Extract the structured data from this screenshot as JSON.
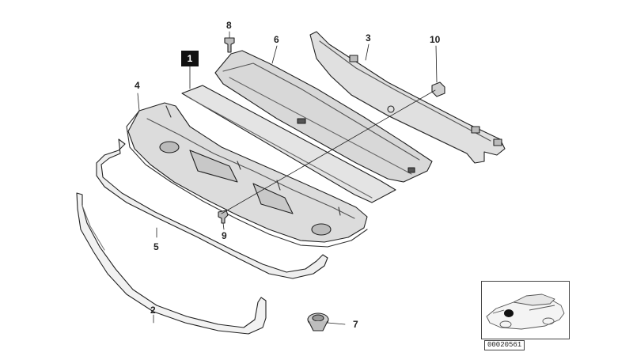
{
  "diagram": {
    "callouts": {
      "c1": "1",
      "c2": "2",
      "c3": "3",
      "c4": "4",
      "c5": "5",
      "c6": "6",
      "c7": "7",
      "c8": "8",
      "c9": "9",
      "c10": "10"
    },
    "inset_code": "00020561"
  }
}
